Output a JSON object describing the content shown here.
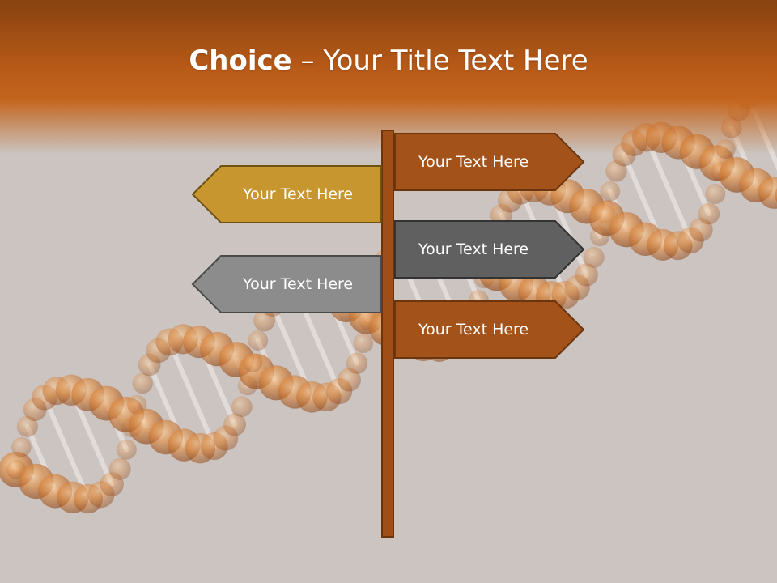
{
  "slide": {
    "title_bold": "Choice",
    "title_rest": " – Your Title Text Here"
  },
  "signs": [
    {
      "label": "Your Text Here",
      "direction": "right",
      "fill": "#a3521a",
      "stroke": "#6b3510"
    },
    {
      "label": "Your Text Here",
      "direction": "left",
      "fill": "#c8962e",
      "stroke": "#6e5212"
    },
    {
      "label": "Your Text Here",
      "direction": "right",
      "fill": "#606060",
      "stroke": "#333333"
    },
    {
      "label": "Your Text Here",
      "direction": "left",
      "fill": "#8c8c8c",
      "stroke": "#4a4a4a"
    },
    {
      "label": "Your Text Here",
      "direction": "right",
      "fill": "#a3521a",
      "stroke": "#6b3510"
    }
  ],
  "colors": {
    "title_bar": "#b85a18",
    "background": "#cbc4c0",
    "pole": "#a04e17",
    "helix_bead": "#e08a3e"
  }
}
